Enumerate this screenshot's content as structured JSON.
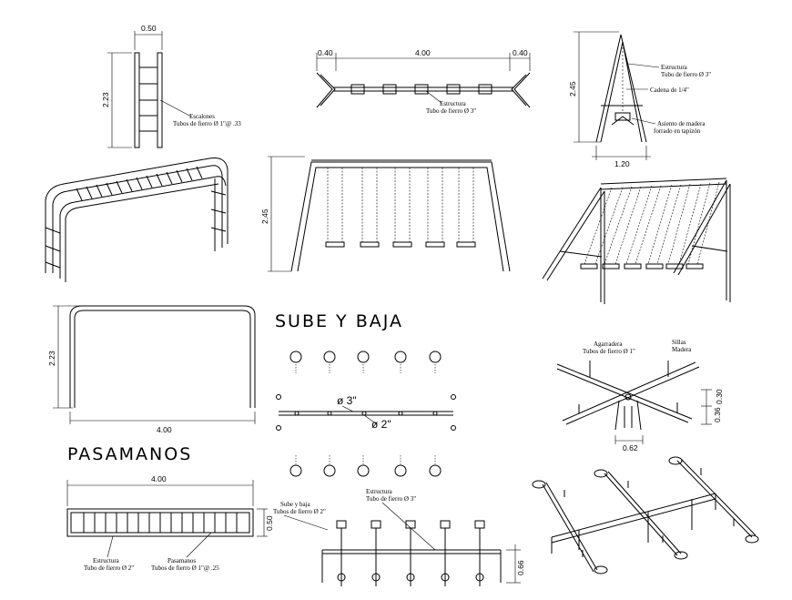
{
  "titles": {
    "sube_y_baja": "SUBE Y BAJA",
    "pasamanos": "PASAMANOS"
  },
  "ladder": {
    "width": "0.50",
    "height": "2.23",
    "note1": "Escalones",
    "note2": "Tubos de fierro Ø 1\"@ .33"
  },
  "swing_top": {
    "dim_left": "0.40",
    "dim_mid": "4.00",
    "dim_right": "0.40",
    "note1": "Estructura",
    "note2": "Tubo de fierro Ø 3\""
  },
  "swing_side": {
    "height": "2.45",
    "width": "1.20",
    "note_struct1": "Estructura",
    "note_struct2": "Tubo de fierro Ø 3\"",
    "note_chain": "Cadena de 1/4\"",
    "note_seat1": "Asiento de madera",
    "note_seat2": "forrado en tapizón"
  },
  "swing_front": {
    "height": "2.45"
  },
  "pasamanos_elev": {
    "height": "2.23",
    "width": "4.00"
  },
  "pasamanos_plan": {
    "width": "4.00",
    "height": "0.50",
    "note_struct1": "Estructura",
    "note_struct2": "Tubo de fierro Ø 2\"",
    "note_rungs1": "Pasamanos",
    "note_rungs2": "Tubos de fierro Ø 1\"@ .25"
  },
  "seesaw_plan": {
    "pipe_large": "ø 3\"",
    "pipe_small": "ø 2\""
  },
  "seesaw_elev": {
    "note_left1": "Sube y baja",
    "note_left2": "Tubos de fierro Ø 2\"",
    "note_right1": "Estructura",
    "note_right2": "Tubo de fierro Ø 3\"",
    "height": "0.66"
  },
  "seesaw_iso": {
    "note_handle1": "Agarradera",
    "note_handle2": "Tubos de fierro Ø 1\"",
    "note_seat1": "Sillas",
    "note_seat2": "Madera",
    "dim_a": "0.30",
    "dim_b": "0.36",
    "dim_c": "0.62"
  }
}
